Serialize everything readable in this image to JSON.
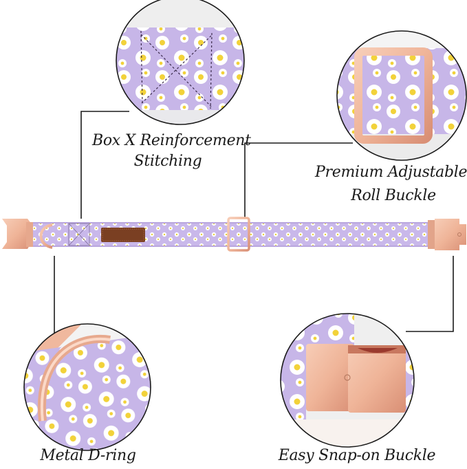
{
  "product": {
    "description": "Lavender daisy-print dog collar with rose gold hardware",
    "colors": {
      "fabric": "#c9b8ea",
      "fabric_shade": "#b9a6de",
      "daisy_petal": "#ffffff",
      "daisy_center": "#f2d23a",
      "hardware_rose_gold": "#f0b89e",
      "hardware_shadow": "#d68d72",
      "leather_tag": "#7a3f22",
      "line": "#1a1a1a"
    }
  },
  "callouts": [
    {
      "id": "box-x-stitching",
      "lines": [
        "Box X Reinforcement",
        "Stitching"
      ]
    },
    {
      "id": "roll-buckle",
      "lines": [
        "Premium Adjustable",
        "Roll Buckle"
      ]
    },
    {
      "id": "d-ring",
      "lines": [
        "Metal D-ring"
      ]
    },
    {
      "id": "snap-buckle",
      "lines": [
        "Easy Snap-on Buckle"
      ]
    }
  ]
}
